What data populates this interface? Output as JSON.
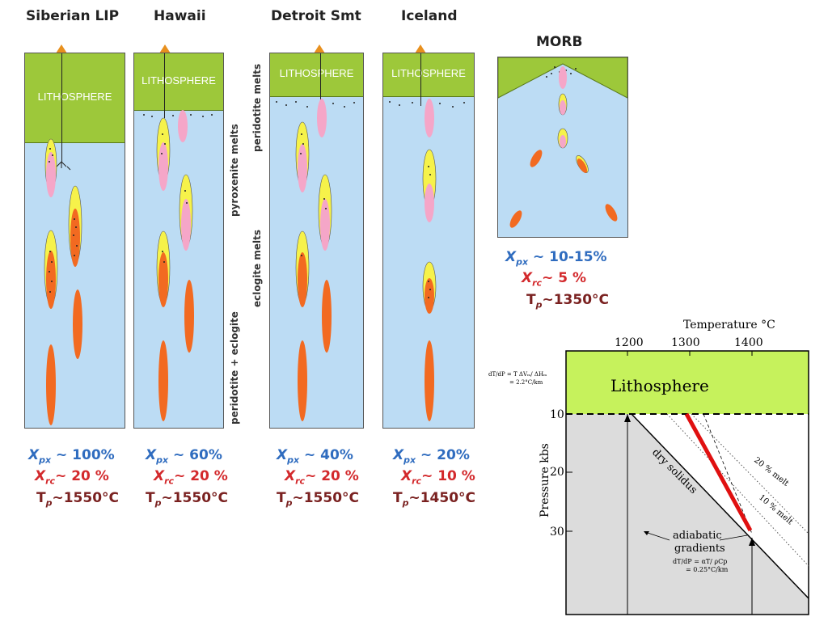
{
  "panels": [
    {
      "title": "Siberian LIP",
      "litho": "LITHOSPHERE",
      "x_px": "X",
      "x_px_sub": "px",
      "x_px_val": " ~ 100%",
      "x_rc": "X",
      "x_rc_sub": "rc",
      "x_rc_val": "~ 20 %",
      "tp": "T",
      "tp_sub": "p",
      "tp_val": "~1550°C"
    },
    {
      "title": "Hawaii",
      "litho": "LITHOSPHERE",
      "x_px": "X",
      "x_px_sub": "px",
      "x_px_val": " ~ 60%",
      "x_rc": "X",
      "x_rc_sub": "rc",
      "x_rc_val": "~ 20 %",
      "tp": "T",
      "tp_sub": "p",
      "tp_val": "~1550°C"
    },
    {
      "title": "Detroit Smt",
      "litho": "LITHOSPHERE",
      "x_px": "X",
      "x_px_sub": "px",
      "x_px_val": " ~ 40%",
      "x_rc": "X",
      "x_rc_sub": "rc",
      "x_rc_val": "~ 20 %",
      "tp": "T",
      "tp_sub": "p",
      "tp_val": "~1550°C"
    },
    {
      "title": "Iceland",
      "litho": "LITHOSPHERE",
      "x_px": "X",
      "x_px_sub": "px",
      "x_px_val": " ~ 20%",
      "x_rc": "X",
      "x_rc_sub": "rc",
      "x_rc_val": "~ 10 %",
      "tp": "T",
      "tp_sub": "p",
      "tp_val": "~1450°C"
    },
    {
      "title": "MORB",
      "x_px": "X",
      "x_px_sub": "px",
      "x_px_val": " ~ 10-15%",
      "x_rc": "X",
      "x_rc_sub": "rc",
      "x_rc_val": "~ 5 %",
      "tp": "T",
      "tp_sub": "p",
      "tp_val": "~1350°C"
    }
  ],
  "side_labels": {
    "pyroxenite": "pyroxenite melts",
    "peridotite_pe": "peridotite + eclogite",
    "peridotite_melts": "peridotite melts",
    "eclogite": "eclogite melts"
  },
  "phase_diagram": {
    "temperature_label": "Temperature °C",
    "pressure_label": "Pressure kbs",
    "t_ticks": [
      "1200",
      "1300",
      "1400"
    ],
    "p_ticks": [
      "10",
      "20",
      "30"
    ],
    "lithosphere": "Lithosphere",
    "litho_eq_1": "dT/dP = T ΔVₘ/ ΔHₘ",
    "litho_eq_2": "= 2.2°C/km",
    "dry_solidus": "dry solidus",
    "melt_20": "20 % melt",
    "melt_10": "10 % melt",
    "adiabatic_1": "adiabatic",
    "adiabatic_2": "gradients",
    "adiabat_eq_1": "dT/dP = αT/ ρCp",
    "adiabat_eq_2": "= 0.25°C/km",
    "colors": {
      "lithosphere": "#c6f25c",
      "mantle": "#dcdcdc",
      "path": "#e01010"
    }
  }
}
